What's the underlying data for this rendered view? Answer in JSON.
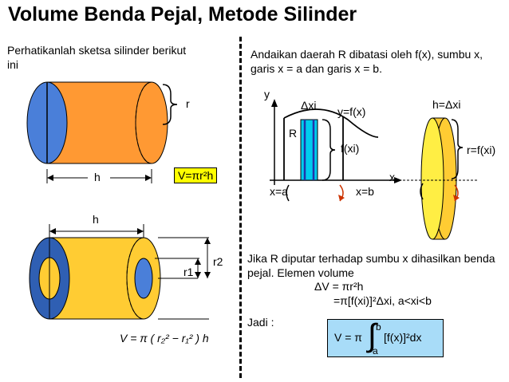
{
  "title": "Volume Benda Pejal, Metode Silinder",
  "left": {
    "intro": "Perhatikanlah sketsa silinder berikut ini",
    "cyl1": {
      "r": "r",
      "h": "h",
      "formula": "V=πr²h"
    },
    "cyl2": {
      "h": "h",
      "r1": "r1",
      "r2": "r2",
      "formula": "V = π ( r₂² − r₁² ) h"
    }
  },
  "right": {
    "intro": "Andaikan daerah R dibatasi oleh f(x), sumbu x, garis x = a dan garis x = b.",
    "graph": {
      "y": "y",
      "x": "x",
      "dx": "Δxi",
      "fx": "y=f(x)",
      "R": "R",
      "fxi": "f(xi)",
      "xa": "x=a",
      "xb": "x=b"
    },
    "disk": {
      "h": "h=Δxi",
      "r": "r=f(xi)"
    },
    "para": "Jika R diputar terhadap sumbu x dihasilkan benda pejal. Elemen volume",
    "dv1": "ΔV = πr²h",
    "dv2": "=π[f(xi)]²Δxi, a<xi<b",
    "jadi": "Jadi :",
    "final": {
      "lhs": "V = π",
      "upper": "b",
      "lower": "a",
      "integrand": "[f(x)]²dx"
    }
  }
}
